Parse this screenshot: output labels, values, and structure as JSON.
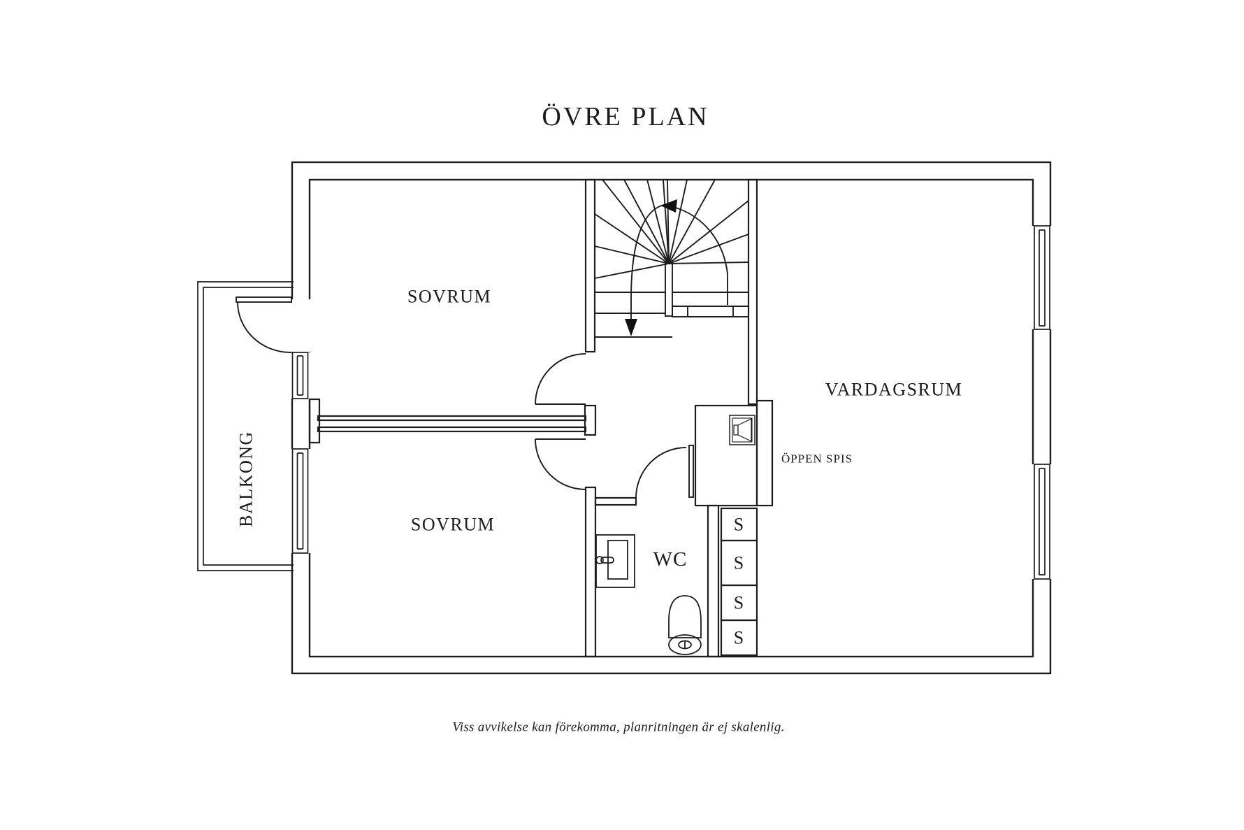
{
  "title": "ÖVRE PLAN",
  "caption": "Viss avvikelse kan förekomma, planritningen är ej skalenlig.",
  "labels": {
    "bedroom_top": "SOVRUM",
    "bedroom_bottom": "SOVRUM",
    "living_room": "VARDAGSRUM",
    "balcony": "BALKONG",
    "wc": "WC",
    "open_fireplace": "ÖPPEN SPIS",
    "closet": "S"
  },
  "colors": {
    "line": "#1d1d1d",
    "text": "#1c1c1c",
    "background": "#ffffff"
  }
}
